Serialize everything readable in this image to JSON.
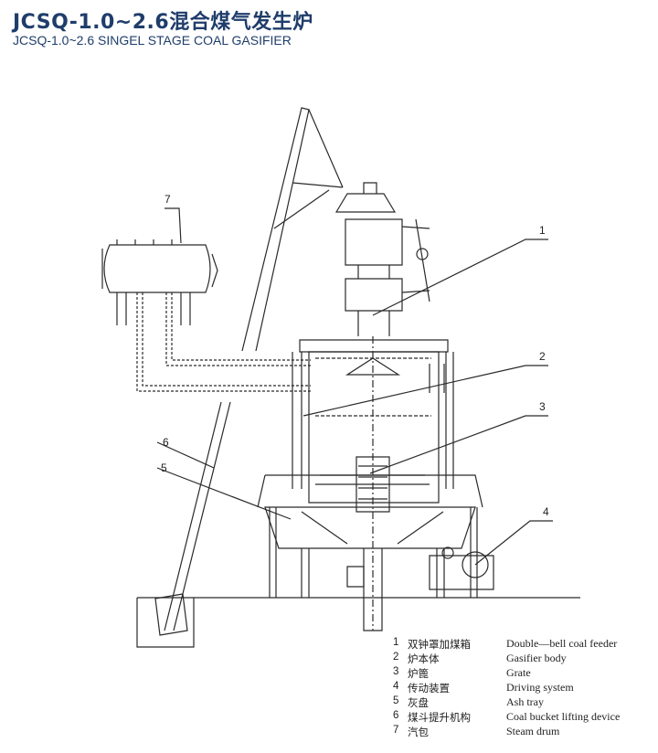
{
  "header": {
    "title": "JCSQ-1.0~2.6混合煤气发生炉",
    "subtitle": "JCSQ-1.0~2.6 SINGEL STAGE COAL GASIFIER"
  },
  "callouts": [
    "1",
    "2",
    "3",
    "4",
    "5",
    "6",
    "7"
  ],
  "legend": [
    {
      "num": "1",
      "zh": "双钟罩加煤箱",
      "en": "Double—bell  coal feeder"
    },
    {
      "num": "2",
      "zh": "炉本体",
      "en": "Gasifier body"
    },
    {
      "num": "3",
      "zh": "炉篦",
      "en": "Grate"
    },
    {
      "num": "4",
      "zh": "传动装置",
      "en": "Driving system"
    },
    {
      "num": "5",
      "zh": "灰盘",
      "en": "Ash tray"
    },
    {
      "num": "6",
      "zh": "煤斗提升机构",
      "en": "Coal bucket lifting device"
    },
    {
      "num": "7",
      "zh": "汽包",
      "en": "Steam drum"
    }
  ],
  "colors": {
    "title": "#1f3d6b",
    "line": "#2a2a2a"
  }
}
